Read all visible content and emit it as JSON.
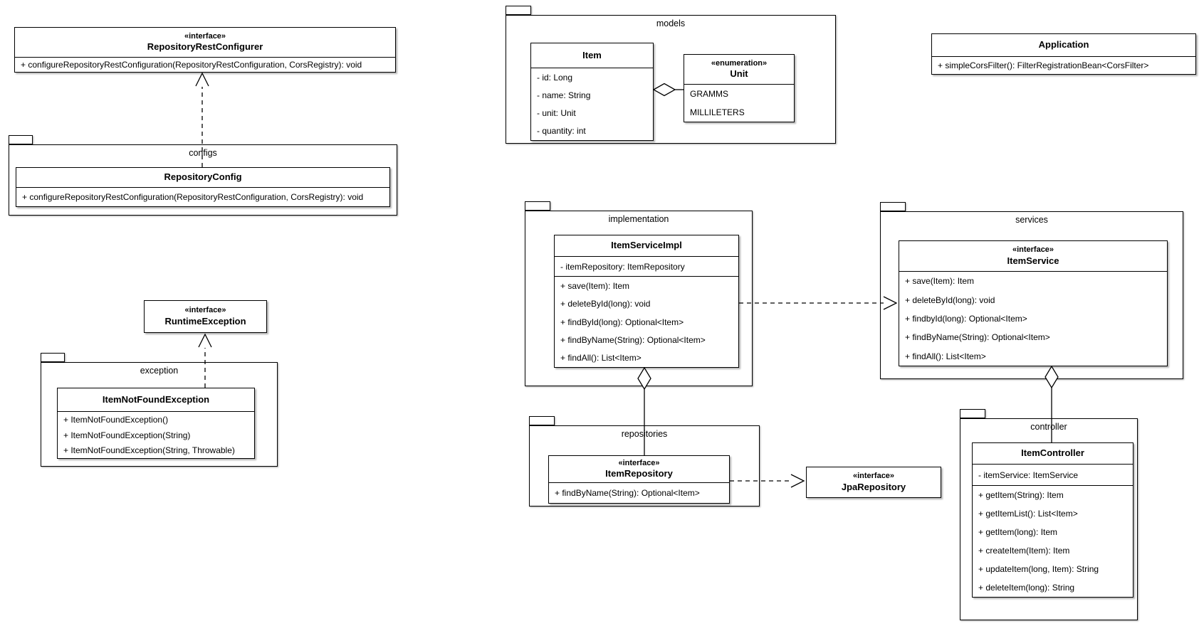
{
  "diagram": {
    "packages": {
      "configs": {
        "label": "configs"
      },
      "exception": {
        "label": "exception"
      },
      "models": {
        "label": "models"
      },
      "implementation": {
        "label": "implementation"
      },
      "services": {
        "label": "services"
      },
      "repositories": {
        "label": "repositories"
      },
      "controller": {
        "label": "controller"
      }
    },
    "classes": {
      "repositoryRestConfigurer": {
        "stereotype": "«interface»",
        "name": "RepositoryRestConfigurer",
        "methods": [
          "+ configureRepositoryRestConfiguration(RepositoryRestConfiguration, CorsRegistry): void"
        ]
      },
      "repositoryConfig": {
        "name": "RepositoryConfig",
        "methods": [
          "+ configureRepositoryRestConfiguration(RepositoryRestConfiguration, CorsRegistry): void"
        ]
      },
      "runtimeException": {
        "stereotype": "«interface»",
        "name": "RuntimeException"
      },
      "itemNotFoundException": {
        "name": "ItemNotFoundException",
        "methods": [
          "+ ItemNotFoundException()",
          "+ ItemNotFoundException(String)",
          "+ ItemNotFoundException(String, Throwable)"
        ]
      },
      "item": {
        "name": "Item",
        "attributes": [
          "- id: Long",
          "- name: String",
          "- unit: Unit",
          "- quantity: int"
        ]
      },
      "unit": {
        "stereotype": "«enumeration»",
        "name": "Unit",
        "literals": [
          "GRAMMS",
          "MILLILETERS"
        ]
      },
      "application": {
        "name": "Application",
        "methods": [
          "+ simpleCorsFilter(): FilterRegistrationBean<CorsFilter>"
        ]
      },
      "itemServiceImpl": {
        "name": "ItemServiceImpl",
        "attributes": [
          "- itemRepository: ItemRepository"
        ],
        "methods": [
          "+ save(Item): Item",
          "+ deleteById(long): void",
          "+ findById(long): Optional<Item>",
          "+ findByName(String): Optional<Item>",
          "+ findAll(): List<Item>"
        ]
      },
      "itemService": {
        "stereotype": "«interface»",
        "name": "ItemService",
        "methods": [
          "+ save(Item): Item",
          "+ deleteById(long): void",
          "+ findbyId(long): Optional<Item>",
          "+ findByName(String): Optional<Item>",
          "+ findAll(): List<Item>"
        ]
      },
      "itemRepository": {
        "stereotype": "«interface»",
        "name": "ItemRepository",
        "methods": [
          "+ findByName(String): Optional<Item>"
        ]
      },
      "jpaRepository": {
        "stereotype": "«interface»",
        "name": "JpaRepository"
      },
      "itemController": {
        "name": "ItemController",
        "attributes": [
          "- itemService: ItemService"
        ],
        "methods": [
          "+ getItem(String): Item",
          "+ getItemList(): List<Item>",
          "+ getItem(long): Item",
          "+ createItem(Item): Item",
          "+ updateItem(long, Item): String",
          "+ deleteItem(long): String"
        ]
      }
    }
  }
}
